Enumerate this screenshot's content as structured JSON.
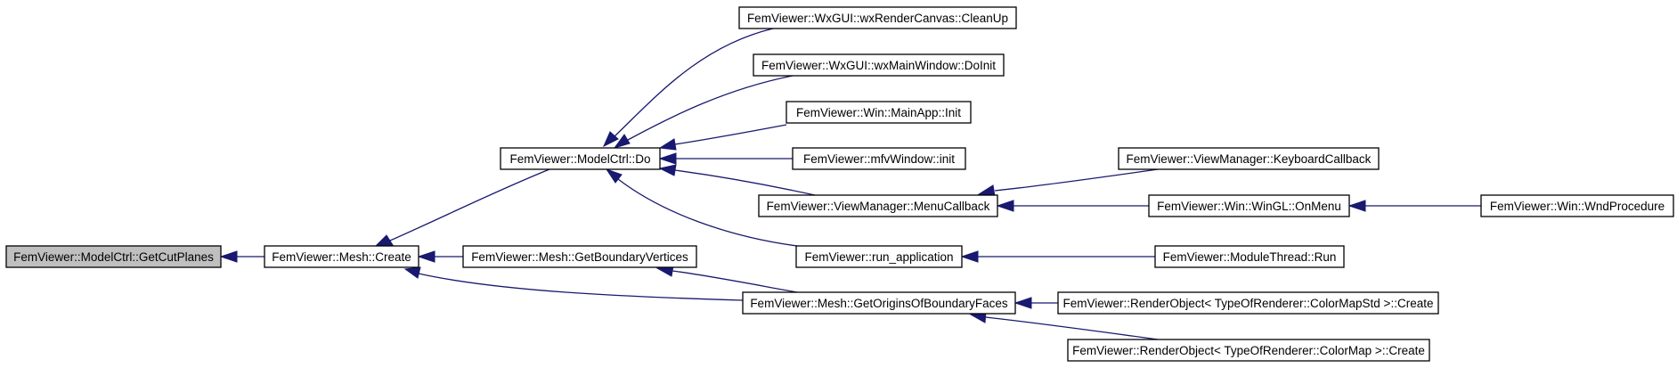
{
  "nodes": [
    {
      "id": "getcutplanes",
      "label": "FemViewer::ModelCtrl::GetCutPlanes",
      "highlight": true
    },
    {
      "id": "mesh_create",
      "label": "FemViewer::Mesh::Create"
    },
    {
      "id": "modelctrl_do",
      "label": "FemViewer::ModelCtrl::Do"
    },
    {
      "id": "getboundaryvertices",
      "label": "FemViewer::Mesh::GetBoundaryVertices"
    },
    {
      "id": "getorigins",
      "label": "FemViewer::Mesh::GetOriginsOfBoundaryFaces"
    },
    {
      "id": "cleanup",
      "label": "FemViewer::WxGUI::wxRenderCanvas::CleanUp"
    },
    {
      "id": "doinit",
      "label": "FemViewer::WxGUI::wxMainWindow::DoInit"
    },
    {
      "id": "mainapp_init",
      "label": "FemViewer::Win::MainApp::Init"
    },
    {
      "id": "mfv_init",
      "label": "FemViewer::mfvWindow::init"
    },
    {
      "id": "menucallback",
      "label": "FemViewer::ViewManager::MenuCallback"
    },
    {
      "id": "run_application",
      "label": "FemViewer::run_application"
    },
    {
      "id": "keyboardcallback",
      "label": "FemViewer::ViewManager::KeyboardCallback"
    },
    {
      "id": "wingl_onmenu",
      "label": "FemViewer::Win::WinGL::OnMenu"
    },
    {
      "id": "wndprocedure",
      "label": "FemViewer::Win::WndProcedure"
    },
    {
      "id": "modulethread_run",
      "label": "FemViewer::ModuleThread::Run"
    },
    {
      "id": "ro_colormapstd",
      "label": "FemViewer::RenderObject< TypeOfRenderer::ColorMapStd >::Create"
    },
    {
      "id": "ro_colormap",
      "label": "FemViewer::RenderObject< TypeOfRenderer::ColorMap >::Create"
    }
  ],
  "edges": [
    {
      "from": "mesh_create",
      "to": "getcutplanes"
    },
    {
      "from": "modelctrl_do",
      "to": "mesh_create"
    },
    {
      "from": "getboundaryvertices",
      "to": "mesh_create"
    },
    {
      "from": "getorigins",
      "to": "mesh_create"
    },
    {
      "from": "cleanup",
      "to": "modelctrl_do"
    },
    {
      "from": "doinit",
      "to": "modelctrl_do"
    },
    {
      "from": "mainapp_init",
      "to": "modelctrl_do"
    },
    {
      "from": "mfv_init",
      "to": "modelctrl_do"
    },
    {
      "from": "menucallback",
      "to": "modelctrl_do"
    },
    {
      "from": "run_application",
      "to": "modelctrl_do"
    },
    {
      "from": "getorigins",
      "to": "getboundaryvertices"
    },
    {
      "from": "keyboardcallback",
      "to": "menucallback"
    },
    {
      "from": "wingl_onmenu",
      "to": "menucallback"
    },
    {
      "from": "wndprocedure",
      "to": "wingl_onmenu"
    },
    {
      "from": "modulethread_run",
      "to": "run_application"
    },
    {
      "from": "ro_colormapstd",
      "to": "getorigins"
    },
    {
      "from": "ro_colormap",
      "to": "getorigins"
    }
  ]
}
